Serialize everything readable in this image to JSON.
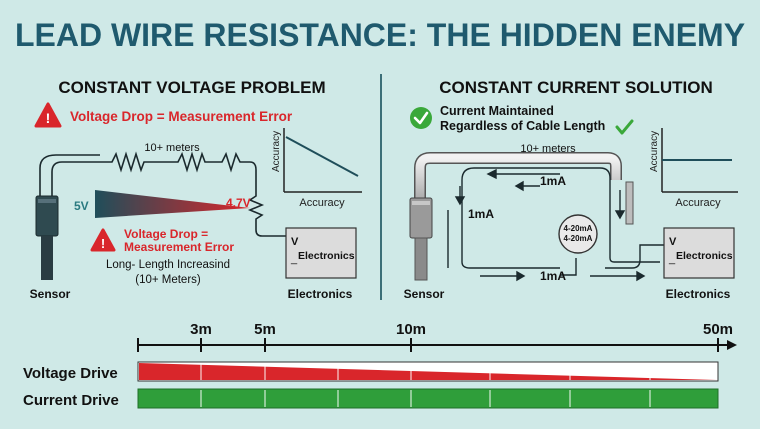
{
  "title": "LEAD WIRE RESISTANCE: THE HIDDEN ENEMY",
  "left": {
    "heading": "CONSTANT VOLTAGE PROBLEM",
    "warning1": "Voltage Drop = Measurement Error",
    "cable_length": "10+ meters",
    "v_start": "5V",
    "v_end": "4.7V",
    "warning2_line1": "Voltage Drop =",
    "warning2_line2": "Measurement Error",
    "note_line1": "Long- Length Increasind",
    "note_line2": "(10+ Meters)",
    "sensor_label": "Sensor",
    "electronics_label": "Electronics",
    "box_v": "V",
    "box_electronics": "Electronics",
    "box_dash": "_",
    "graph_ylabel": "Accuracy",
    "graph_xlabel": "Accuracy"
  },
  "right": {
    "heading": "CONSTANT CURRENT SOLUTION",
    "check_line1": "Current Maintained",
    "check_line2": "Regardless of Cable Length",
    "cable_length": "10+ meters",
    "current_top": "1mA",
    "current_left": "1mA",
    "current_bottom": "1mA",
    "meter_line1": "4-20mA",
    "meter_line2": "4-20mA",
    "sensor_label": "Sensor",
    "electronics_label": "Electronics",
    "box_v": "V",
    "box_electronics": "Electronics",
    "box_dash": "_",
    "graph_ylabel": "Accuracy",
    "graph_xlabel": "Accuracy"
  },
  "scale": {
    "ticks": [
      {
        "label": "3m",
        "meters": 3
      },
      {
        "label": "5m",
        "meters": 5
      },
      {
        "label": "10m",
        "meters": 10
      },
      {
        "label": "50m",
        "meters": 50
      }
    ],
    "voltage_label": "Voltage Drive",
    "current_label": "Current Drive"
  },
  "colors": {
    "background": "#cfe9e7",
    "title": "#1f5a6e",
    "warning": "#d9262b",
    "check": "#3aa83a",
    "voltage_bar": "#d9262b",
    "current_bar": "#2f9e3a",
    "box": "#dcdcdc"
  }
}
